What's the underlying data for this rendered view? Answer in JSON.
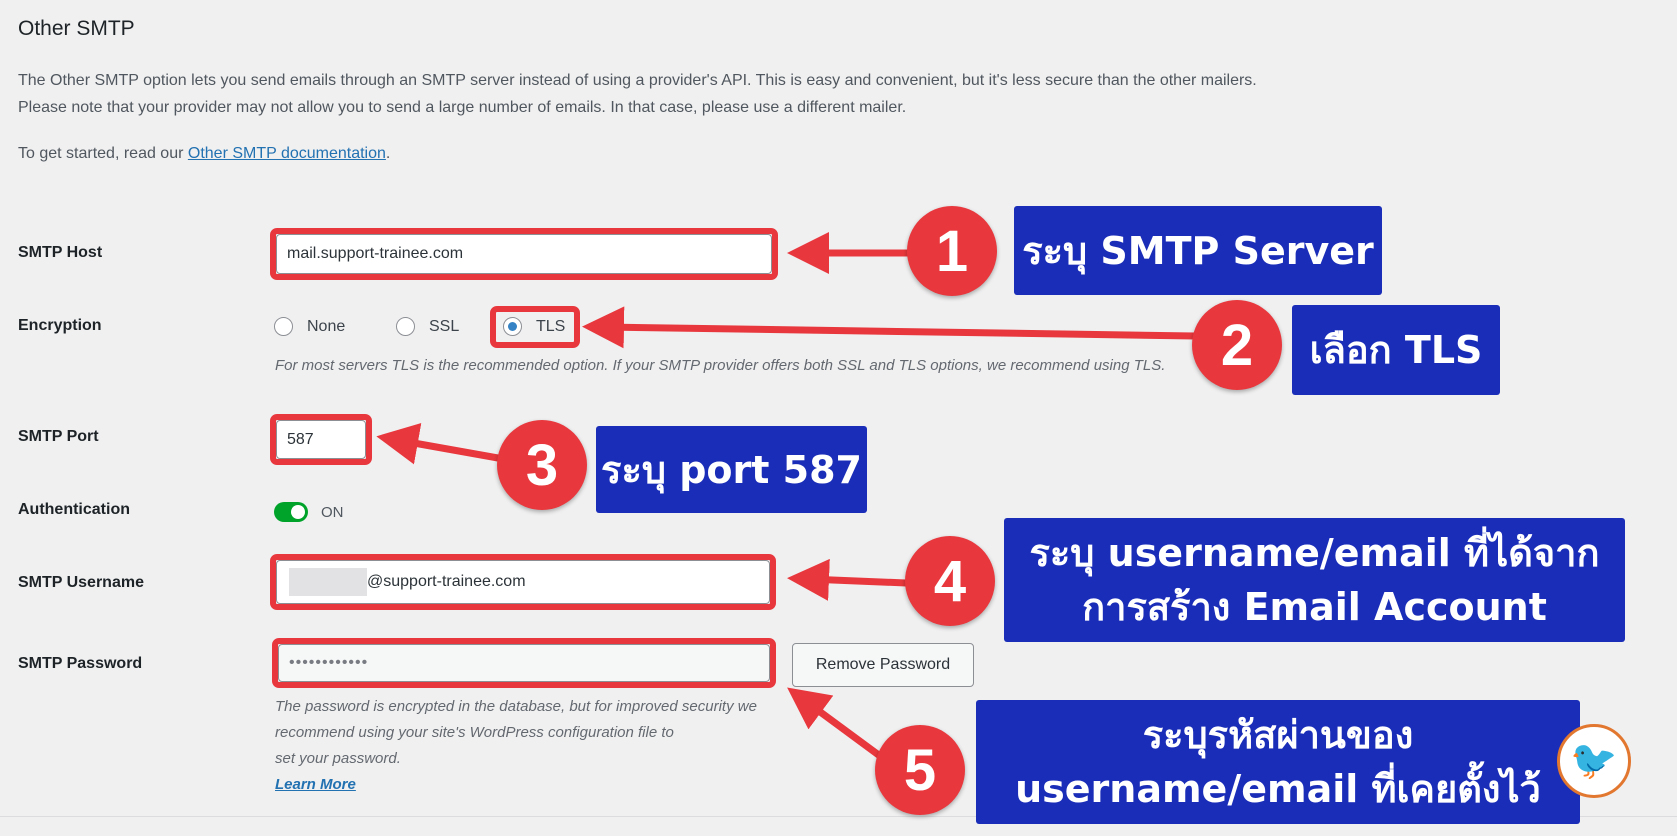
{
  "section": {
    "title": "Other SMTP",
    "description": "The Other SMTP option lets you send emails through an SMTP server instead of using a provider's API. This is easy and convenient, but it's less secure than the other mailers. Please note that your provider may not allow you to send a large number of emails. In that case, please use a different mailer.",
    "start_prefix": "To get started, read our ",
    "start_link": "Other SMTP documentation",
    "start_suffix": "."
  },
  "fields": {
    "host": {
      "label": "SMTP Host",
      "value": "mail.support-trainee.com"
    },
    "encryption": {
      "label": "Encryption",
      "options": [
        "None",
        "SSL",
        "TLS"
      ],
      "selected": "TLS",
      "help": "For most servers TLS is the recommended option. If your SMTP provider offers both SSL and TLS options, we recommend using TLS."
    },
    "port": {
      "label": "SMTP Port",
      "value": "587"
    },
    "auth": {
      "label": "Authentication",
      "state": "ON"
    },
    "username": {
      "label": "SMTP Username",
      "value": "@support-trainee.com"
    },
    "password": {
      "label": "SMTP Password",
      "value": "••••••••••••",
      "remove_button": "Remove Password",
      "help1": "The password is encrypted in the database, but for improved security we recommend using your site's WordPress configuration file to",
      "help2": "set your password.",
      "learn_more": "Learn More"
    }
  },
  "callouts": [
    {
      "num": "1",
      "text": "ระบุ SMTP  Server"
    },
    {
      "num": "2",
      "text": "เลือก TLS"
    },
    {
      "num": "3",
      "text": "ระบุ port 587"
    },
    {
      "num": "4",
      "line1": "ระบุ username/email ที่ได้จาก",
      "line2": "การสร้าง Email  Account"
    },
    {
      "num": "5",
      "line1": "ระบุรหัสผ่านของ",
      "line2": "username/email ที่เคยตั้งไว้"
    }
  ],
  "colors": {
    "accent": "#e8383d",
    "callout_bg": "#1a2db8",
    "toggle": "#00a32a",
    "link": "#2271b1"
  }
}
